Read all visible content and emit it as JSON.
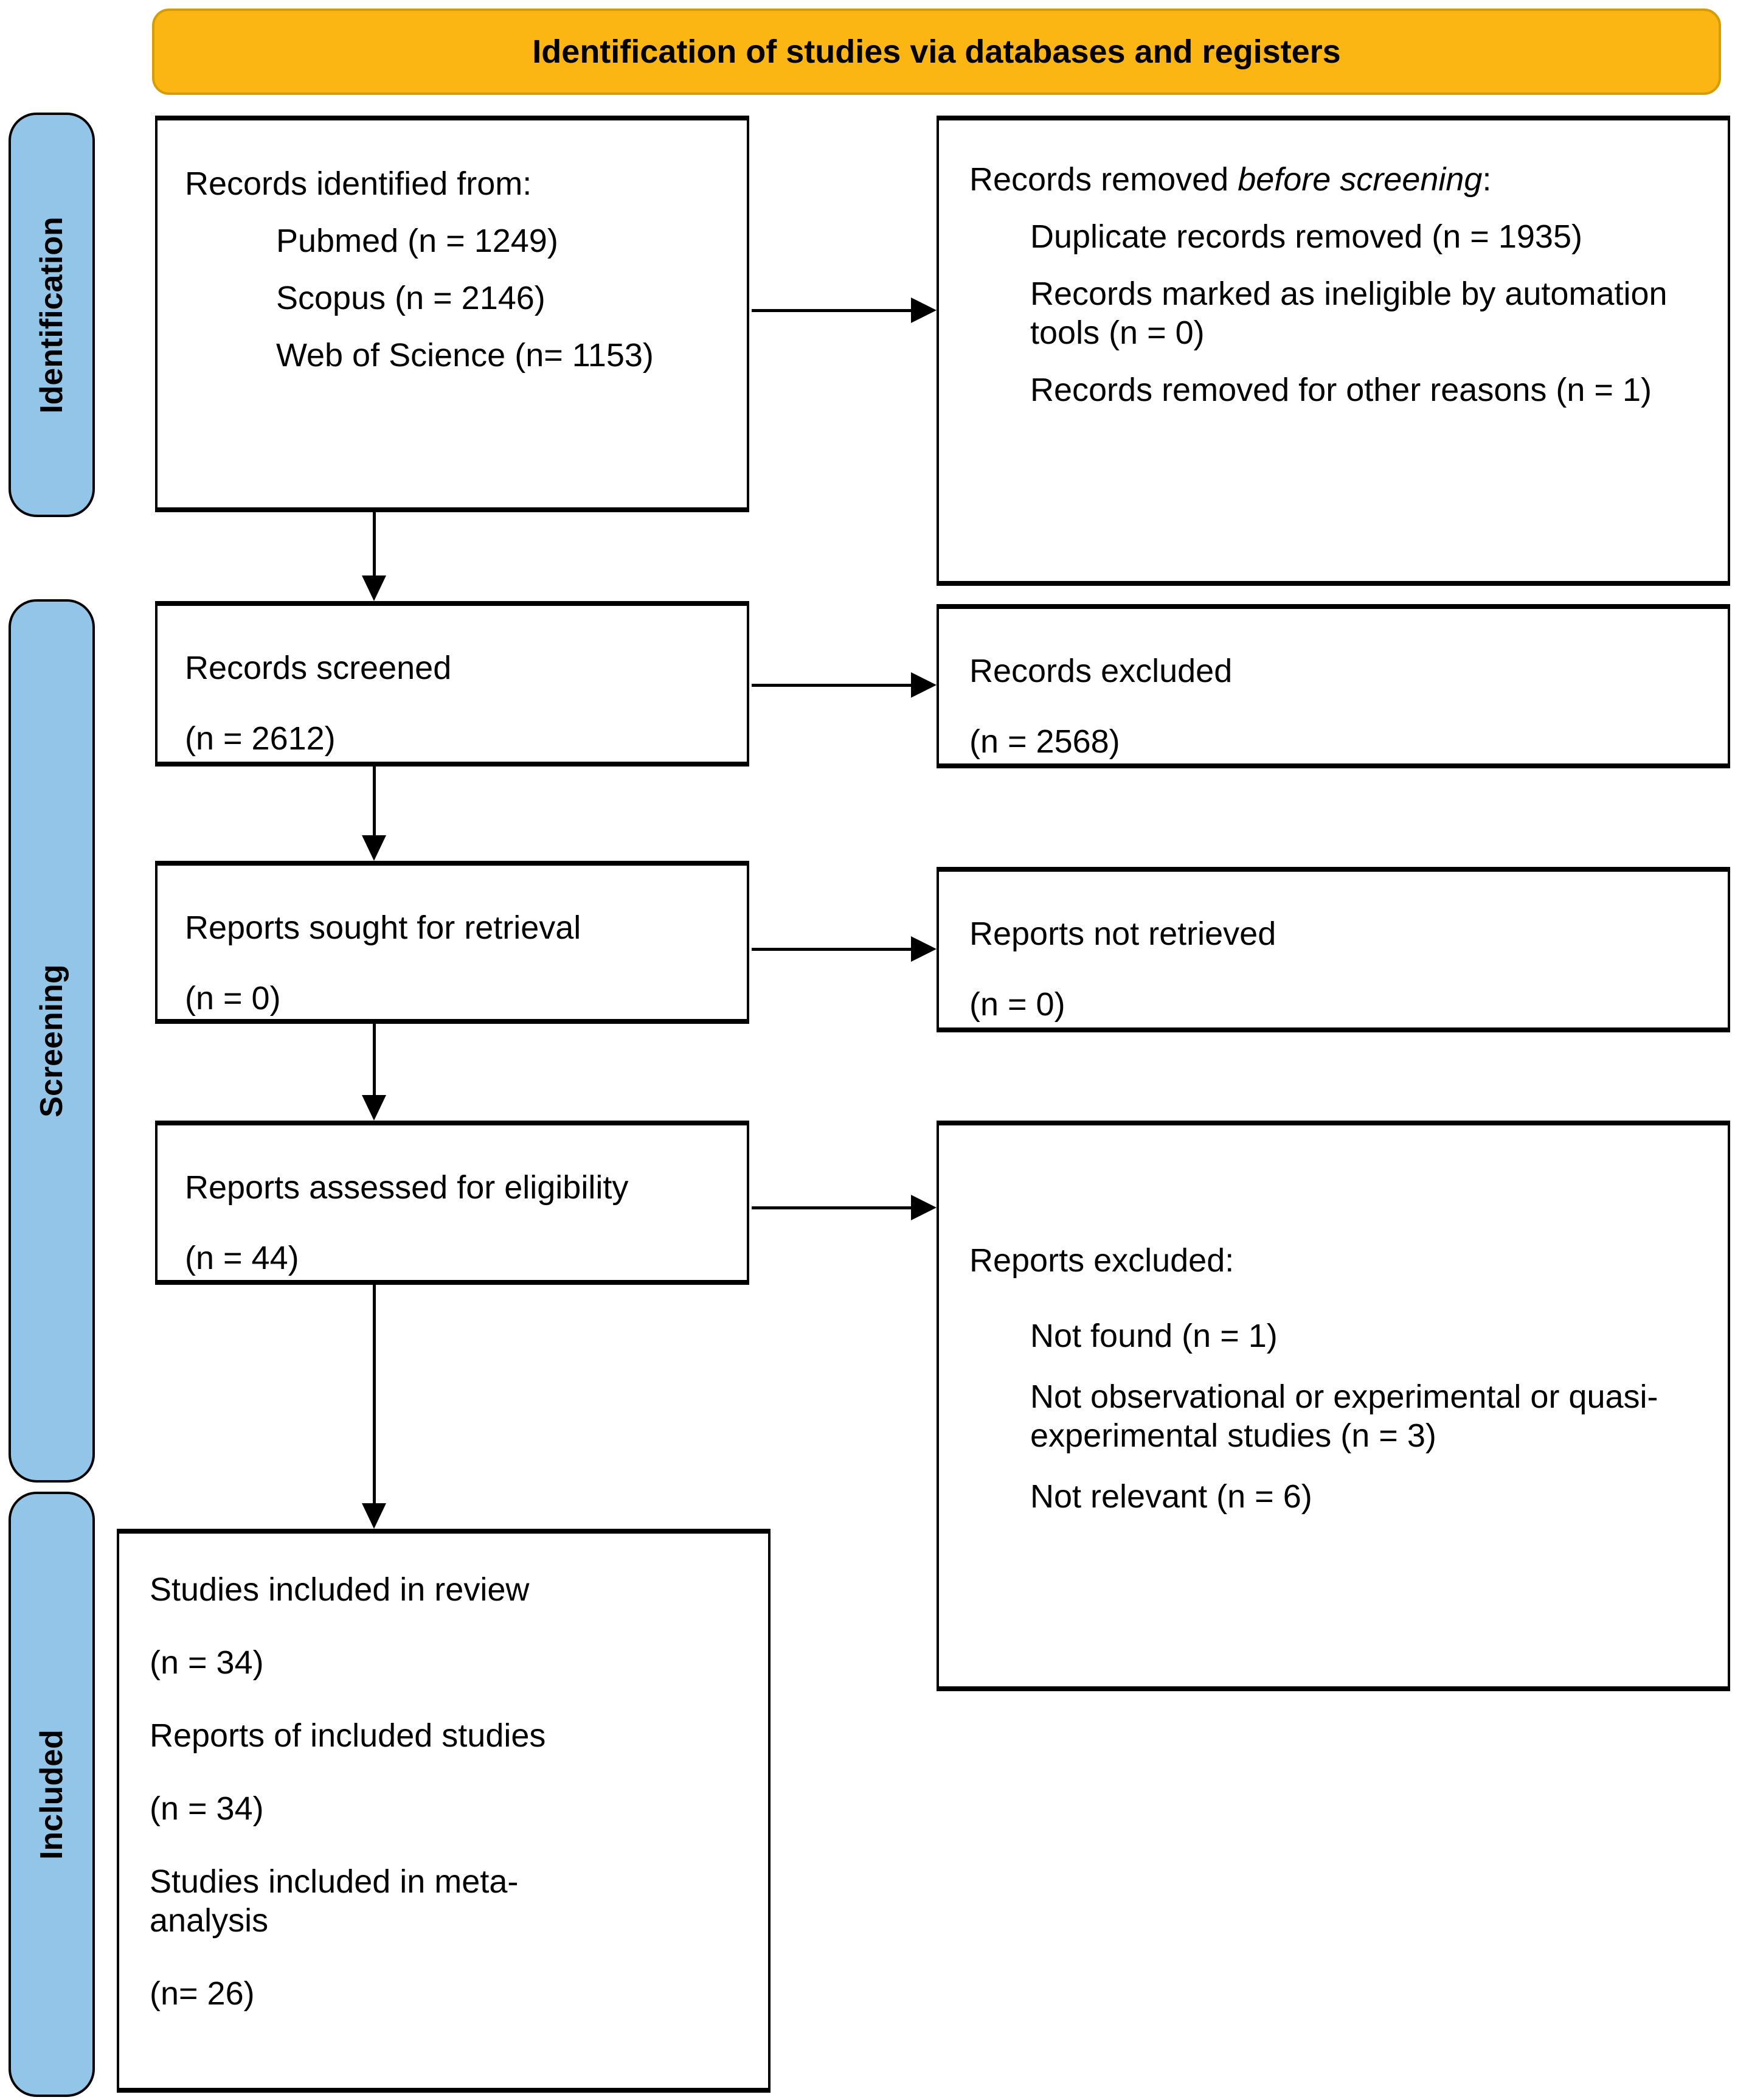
{
  "banner": {
    "title": "Identification of studies via databases and registers"
  },
  "stages": {
    "identification": "Identification",
    "screening": "Screening",
    "included": "Included"
  },
  "boxes": {
    "identified": {
      "title": "Records identified from:",
      "items": [
        "Pubmed (n = 1249)",
        "Scopus (n = 2146)",
        "Web of Science (n= 1153)"
      ]
    },
    "removed": {
      "title_prefix": "Records removed ",
      "title_italic": "before screening",
      "title_suffix": ":",
      "items": [
        "Duplicate records removed (n = 1935)",
        "Records marked as ineligible by automation tools (n = 0)",
        "Records removed for other reasons (n = 1)"
      ]
    },
    "screened": {
      "title": "Records screened",
      "count": "(n = 2612)"
    },
    "records_excluded": {
      "title": "Records excluded",
      "count": "(n = 2568)"
    },
    "sought": {
      "title": "Reports sought for retrieval",
      "count": "(n = 0)"
    },
    "not_retrieved": {
      "title": "Reports not retrieved",
      "count": "(n = 0)"
    },
    "assessed": {
      "title": "Reports assessed for eligibility",
      "count": "(n = 44)"
    },
    "reports_excluded": {
      "title": "Reports excluded:",
      "items": [
        "Not found (n = 1)",
        "Not observational or experimental or quasi-experimental studies (n = 3)",
        "Not relevant (n = 6)"
      ]
    },
    "included": {
      "lines": [
        "Studies included in review",
        "(n = 34)",
        "Reports of included studies",
        "(n = 34)",
        "Studies included in meta-analysis",
        "(n= 26)"
      ]
    }
  },
  "colors": {
    "banner_bg": "#FBB614",
    "banner_border": "#D69C05",
    "stage_bg": "#92C5E8",
    "box_border": "#000000",
    "text": "#000000"
  }
}
